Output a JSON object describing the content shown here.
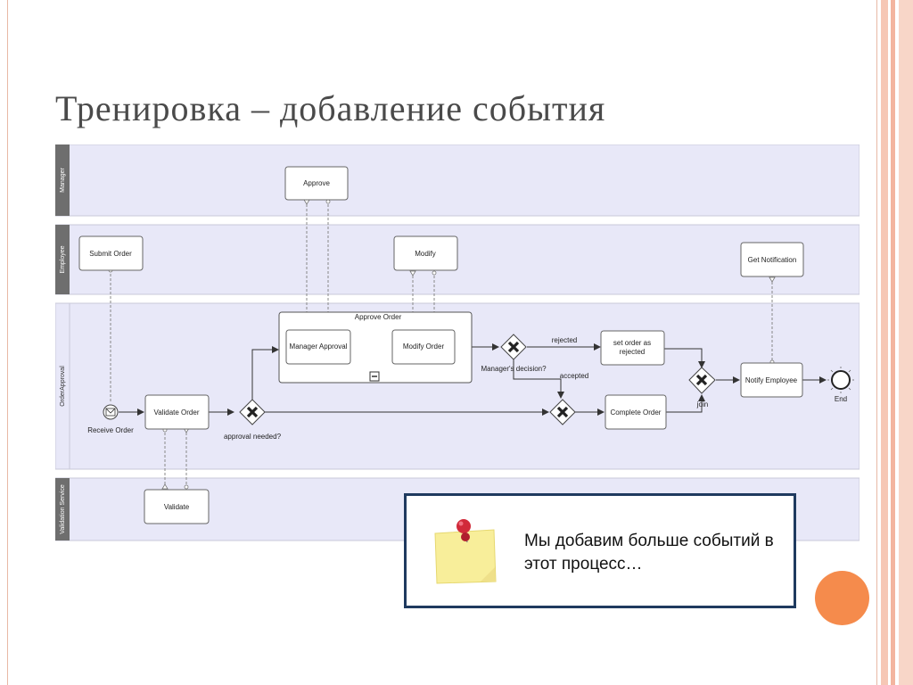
{
  "slide": {
    "title": "Тренировка – добавление события",
    "note": "Мы добавим больше событий в этот процесс…",
    "colors": {
      "accent": "#f58b4c",
      "frame": "#e8b9a6",
      "note_border": "#1f3a5f",
      "lane_fill": "#e8e8f8",
      "lane_header": "#6e6e6e"
    }
  },
  "lanes": {
    "manager": "Manager",
    "employee": "Employee",
    "order_approval": "OrderApproval",
    "validation_service": "Validation Service"
  },
  "tasks": {
    "approve": "Approve",
    "submit_order": "Submit Order",
    "modify": "Modify",
    "get_notification": "Get Notification",
    "approve_order": "Approve Order",
    "manager_approval": "Manager Approval",
    "modify_order": "Modify Order",
    "set_order_rejected_1": "set order as",
    "set_order_rejected_2": "rejected",
    "validate_order": "Validate Order",
    "complete_order": "Complete Order",
    "notify_employee": "Notify Employee",
    "validate": "Validate"
  },
  "labels": {
    "receive_order": "Receive  Order",
    "approval_needed": "approval needed?",
    "managers_decision": "Manager's decision?",
    "rejected": "rejected",
    "accepted": "accepted",
    "join": "join",
    "end": "End"
  }
}
